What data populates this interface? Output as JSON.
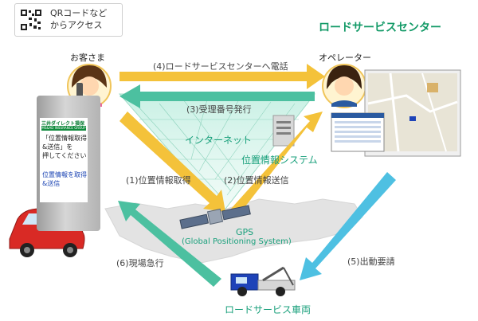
{
  "qr_note": {
    "line1": "QRコードなど",
    "line2": "からアクセス"
  },
  "customer_label": "お客さま",
  "center_title": "ロードサービスセンター",
  "operator_label": "オペレーター",
  "phone_screen": {
    "brand": "三井ダイレクト損保",
    "brand_sub": "MS&AD INSURANCE GROUP",
    "message_lines": [
      "「位置情報取得",
      "&送信」を",
      "押してください"
    ],
    "link_lines": [
      "位置情報を取得",
      "&送信"
    ]
  },
  "steps": {
    "step4": "(4)ロードサービスセンターへ電話",
    "step3": "(3)受理番号発行",
    "step1": "(1)位置情報取得",
    "step2": "(2)位置情報送信",
    "step5": "(5)出動要請",
    "step6": "(6)現場急行"
  },
  "internet_label": "インターネット",
  "location_system_label": "位置情報システム",
  "gps": {
    "line1": "GPS",
    "line2": "(Global Positioning System)"
  },
  "roadservice_vehicle_label": "ロードサービス車両",
  "colors": {
    "accent_green": "#139a67",
    "arrow_yellow": "#f4c23a",
    "arrow_teal": "#4cc0a0",
    "arrow_blue": "#4ec0e2",
    "car_red": "#d92a25",
    "truck_blue": "#1e43b8",
    "map_gray": "#dcdcdc"
  }
}
